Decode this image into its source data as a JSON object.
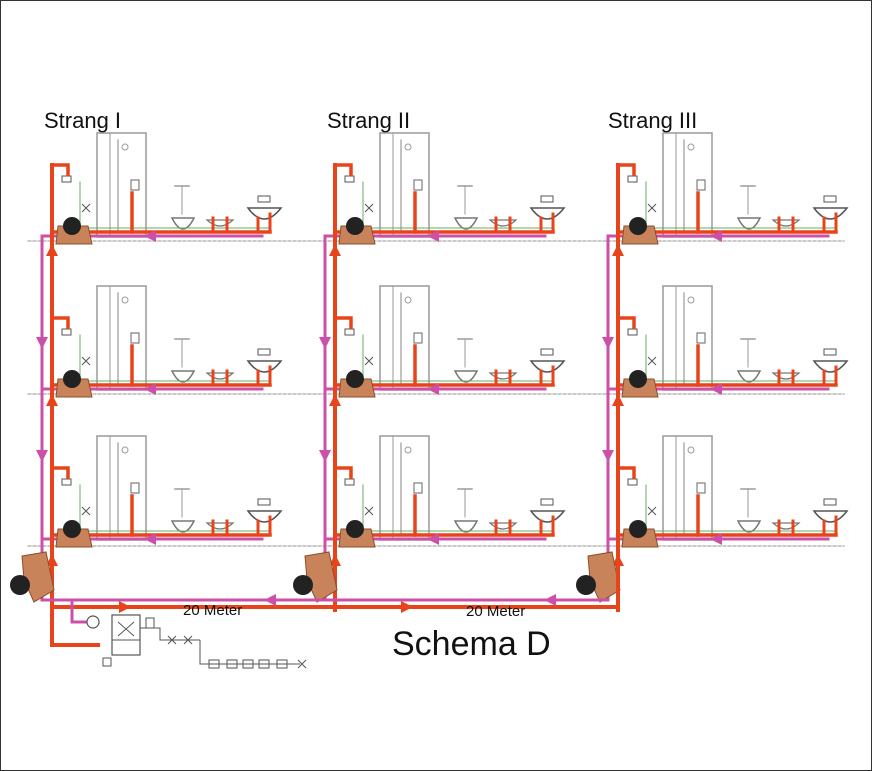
{
  "diagram": {
    "title": "Schema D",
    "strands": [
      {
        "label": "Strang I"
      },
      {
        "label": "Strang II"
      },
      {
        "label": "Strang III"
      }
    ],
    "distance_labels": [
      "20 Meter",
      "20 Meter"
    ],
    "floors_per_strand": 3,
    "colors": {
      "hot_water": "#e8441c",
      "circulation": "#cc4fa8",
      "fixtures": "#9a9a9a",
      "cold_water": "#6aa86a",
      "valve_bronze": "#c8835a",
      "valve_actuator": "#222222",
      "floor_line": "#aaaaaa",
      "frame": "#333333"
    }
  }
}
